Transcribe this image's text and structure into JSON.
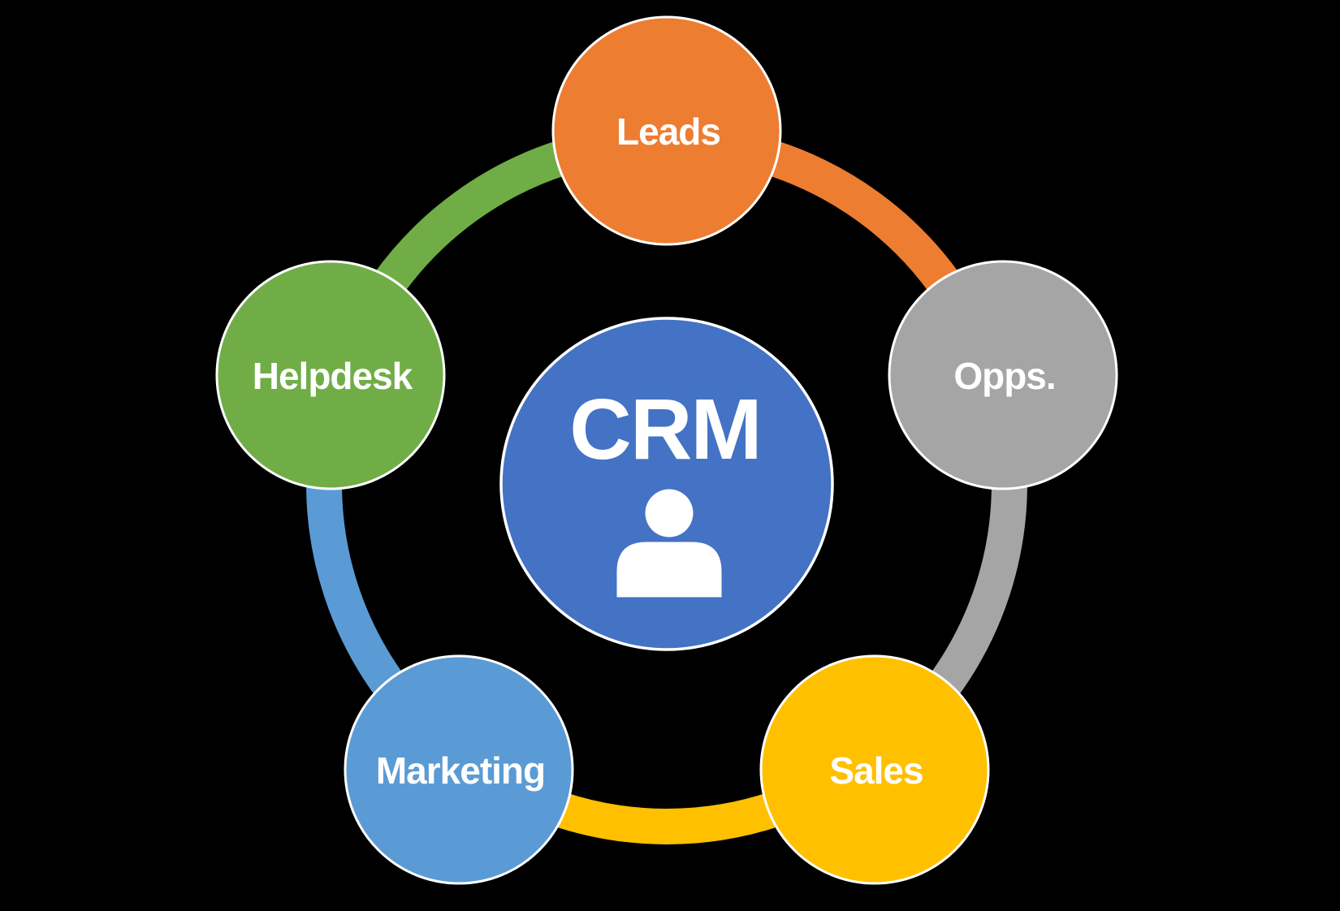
{
  "diagram": {
    "type": "cycle",
    "background": "#000000",
    "center": {
      "label": "CRM",
      "color": "#4472C4",
      "text_color": "#FFFFFF",
      "border_color": "#FFFFFF",
      "icon": "person-icon"
    },
    "nodes": [
      {
        "id": "leads",
        "label": "Leads",
        "color": "#ED7D31",
        "position": "top"
      },
      {
        "id": "opps",
        "label": "Opps.",
        "color": "#A5A5A5",
        "position": "upper-right"
      },
      {
        "id": "sales",
        "label": "Sales",
        "color": "#FFC000",
        "position": "lower-right"
      },
      {
        "id": "marketing",
        "label": "Marketing",
        "color": "#5B9BD5",
        "position": "lower-left"
      },
      {
        "id": "helpdesk",
        "label": "Helpdesk",
        "color": "#70AD47",
        "position": "upper-left"
      }
    ],
    "connectors": [
      {
        "from": "helpdesk",
        "to": "leads",
        "color": "#70AD47"
      },
      {
        "from": "leads",
        "to": "opps",
        "color": "#ED7D31"
      },
      {
        "from": "opps",
        "to": "sales",
        "color": "#A5A5A5"
      },
      {
        "from": "sales",
        "to": "marketing",
        "color": "#FFC000"
      },
      {
        "from": "marketing",
        "to": "helpdesk",
        "color": "#5B9BD5"
      }
    ]
  }
}
